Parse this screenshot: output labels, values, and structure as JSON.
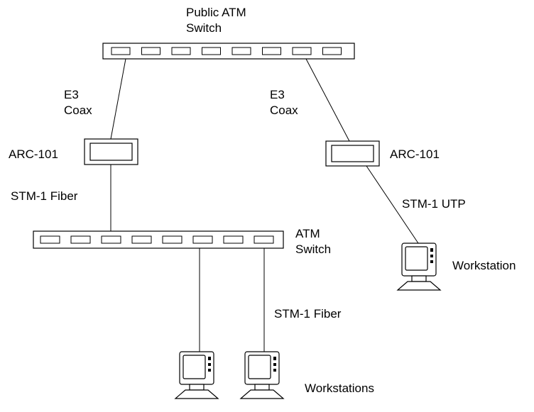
{
  "public_switch": {
    "label_line1": "Public ATM",
    "label_line2": "Switch",
    "port_count": 8
  },
  "atm_switch": {
    "label_line1": "ATM",
    "label_line2": "Switch",
    "port_count": 8
  },
  "link_left_e3": {
    "line1": "E3",
    "line2": "Coax"
  },
  "link_right_e3": {
    "line1": "E3",
    "line2": "Coax"
  },
  "arc_left": {
    "label": "ARC-101"
  },
  "arc_right": {
    "label": "ARC-101"
  },
  "link_left_stm": {
    "label": "STM-1 Fiber"
  },
  "link_right_stm": {
    "label": "STM-1 UTP"
  },
  "link_bottom_stm": {
    "label": "STM-1 Fiber"
  },
  "workstation_single": {
    "label": "Workstation"
  },
  "workstations_pair": {
    "label": "Workstations"
  }
}
